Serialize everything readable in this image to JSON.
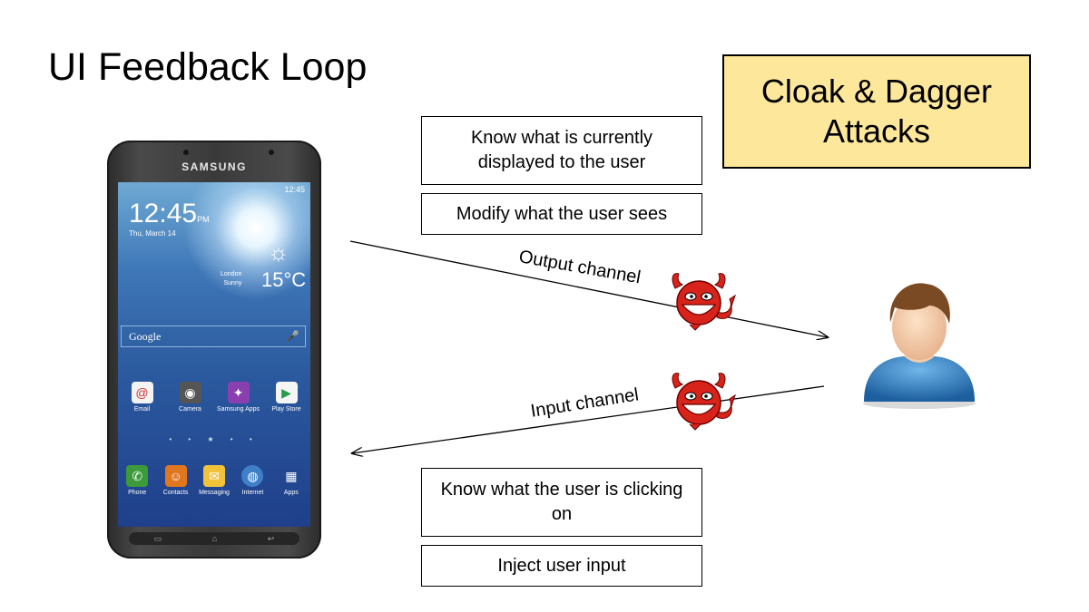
{
  "slide": {
    "title": "UI Feedback Loop",
    "callout": "Cloak & Dagger Attacks",
    "boxes": {
      "box1": "Know what is currently displayed to the user",
      "box2": "Modify what the user sees",
      "box3": "Know what the user is clicking on",
      "box4": "Inject user input"
    },
    "output_channel": "Output channel",
    "input_channel": "Input channel"
  },
  "phone": {
    "brand": "SAMSUNG",
    "status_time": "12:45",
    "clock": "12:45",
    "clock_ampm": "PM",
    "date": "Thu, March 14",
    "city": "London",
    "condition": "Sunny",
    "temperature": "15°C",
    "search_placeholder": "Google",
    "apps_row1": [
      "Email",
      "Camera",
      "Samsung Apps",
      "Play Store"
    ],
    "apps_row2": [
      "Phone",
      "Contacts",
      "Messaging",
      "Internet",
      "Apps"
    ]
  },
  "colors": {
    "callout_bg": "#fde79b",
    "devil_red": "#d8231a",
    "arrow": "#000000"
  },
  "icons": [
    "devil-icon",
    "user-avatar-icon",
    "weather-sun-icon",
    "mic-icon"
  ]
}
